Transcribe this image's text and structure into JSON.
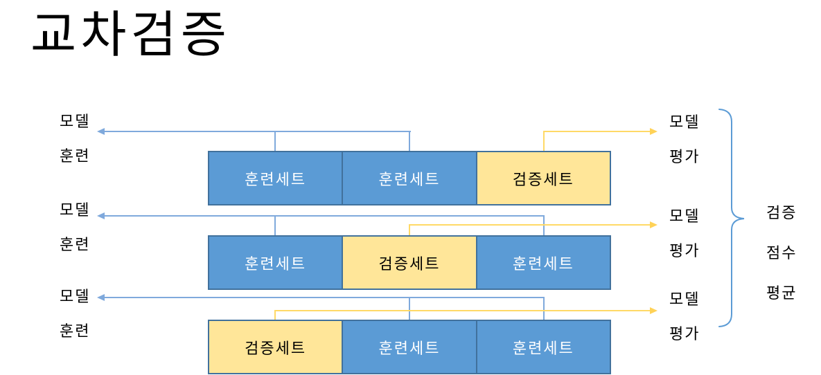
{
  "title": "교차검증",
  "colors": {
    "train_box_fill": "#5B9BD5",
    "validation_box_fill": "#FFE699",
    "box_border": "#41719C",
    "train_box_text": "#FFFFFF",
    "validation_box_text": "#000000",
    "train_arrow": "#7FA9DC",
    "eval_arrow": "#FFD966",
    "brace": "#5B9BD5",
    "title_text": "#000000"
  },
  "rows": [
    {
      "left_label": {
        "line1": "모델",
        "line2": "훈련"
      },
      "right_label": {
        "line1": "모델",
        "line2": "평가"
      },
      "boxes": [
        {
          "label": "훈련세트",
          "type": "train"
        },
        {
          "label": "훈련세트",
          "type": "train"
        },
        {
          "label": "검증세트",
          "type": "validation"
        }
      ]
    },
    {
      "left_label": {
        "line1": "모델",
        "line2": "훈련"
      },
      "right_label": {
        "line1": "모델",
        "line2": "평가"
      },
      "boxes": [
        {
          "label": "훈련세트",
          "type": "train"
        },
        {
          "label": "검증세트",
          "type": "validation"
        },
        {
          "label": "훈련세트",
          "type": "train"
        }
      ]
    },
    {
      "left_label": {
        "line1": "모델",
        "line2": "훈련"
      },
      "right_label": {
        "line1": "모델",
        "line2": "평가"
      },
      "boxes": [
        {
          "label": "검증세트",
          "type": "validation"
        },
        {
          "label": "훈련세트",
          "type": "train"
        },
        {
          "label": "훈련세트",
          "type": "train"
        }
      ]
    }
  ],
  "summary_label": {
    "line1": "검증",
    "line2": "점수",
    "line3": "평균"
  }
}
